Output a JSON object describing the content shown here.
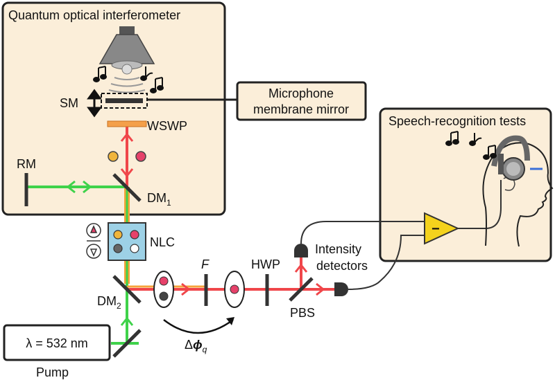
{
  "panels": {
    "interferometer_title": "Quantum optical interferometer",
    "speech_title": "Speech-recognition tests",
    "callout_line1": "Microphone",
    "callout_line2": "membrane mirror"
  },
  "labels": {
    "sm": "SM",
    "wswp": "WSWP",
    "rm": "RM",
    "dm1_main": "DM",
    "dm1_sub": "1",
    "nlc": "NLC",
    "dm2_main": "DM",
    "dm2_sub": "2",
    "f": "F",
    "hwp": "HWP",
    "pbs": "PBS",
    "detectors_line1": "Intensity",
    "detectors_line2": "detectors",
    "minus": "−",
    "phase_main": "Δ",
    "phase_phi": "ϕ",
    "phase_sub": "q",
    "pump_box": "λ = 532 nm",
    "pump": "Pump"
  },
  "colors": {
    "panel_fill": "#fbeed9",
    "green_beam": "#3fd24a",
    "red_beam": "#f0464a",
    "orange_beam": "#f6a23a",
    "yellow_photon": "#f0b53c",
    "red_photon": "#e6416a",
    "nlc_fill": "#9dd1e6",
    "amplifier": "#f4d21c",
    "wswp": "#f4a04a",
    "mirror": "#2b2b2b"
  },
  "icons": [
    "speaker-icon",
    "music-note-icon",
    "headphones-icon",
    "head-profile-icon",
    "amplifier-icon",
    "detector-icon"
  ]
}
